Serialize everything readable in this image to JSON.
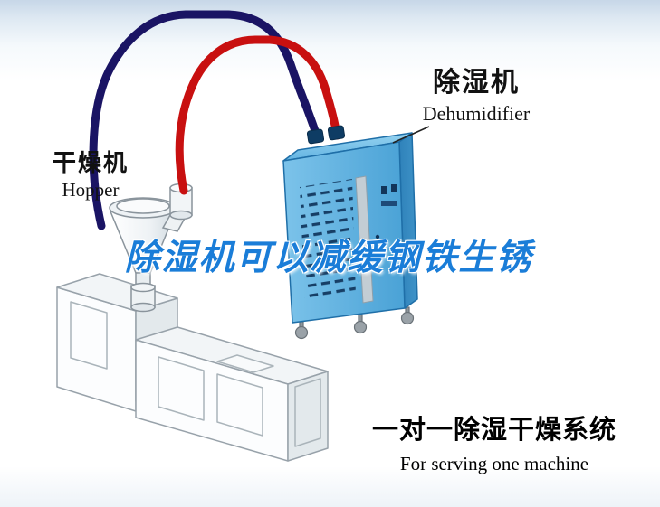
{
  "labels": {
    "hopper": {
      "cn": "干燥机",
      "en": "Hopper"
    },
    "dehumidifier": {
      "cn": "除湿机",
      "en": "Dehumidifier"
    },
    "caption": {
      "text": "除湿机可以减缓钢铁生锈"
    },
    "footer": {
      "cn": "一对一除湿干燥系统",
      "en": "For serving one machine"
    }
  },
  "colors": {
    "caption_blue": "#1a7dd8",
    "dehumidifier_body": "#54abdd",
    "dehumidifier_side": "#2f82ba",
    "pipe_navy": "#1a1464",
    "pipe_red": "#c81010",
    "vent_slot": "#173f66",
    "line_art": "#98a2aa"
  },
  "illustration": {
    "machines": [
      "hopper-dryer",
      "extruder-machine",
      "dehumidifier-cabinet"
    ],
    "pipes": [
      {
        "name": "pipe-navy",
        "connects": "hopper-to-dehumidifier"
      },
      {
        "name": "pipe-red",
        "connects": "loader-to-dehumidifier"
      }
    ]
  }
}
